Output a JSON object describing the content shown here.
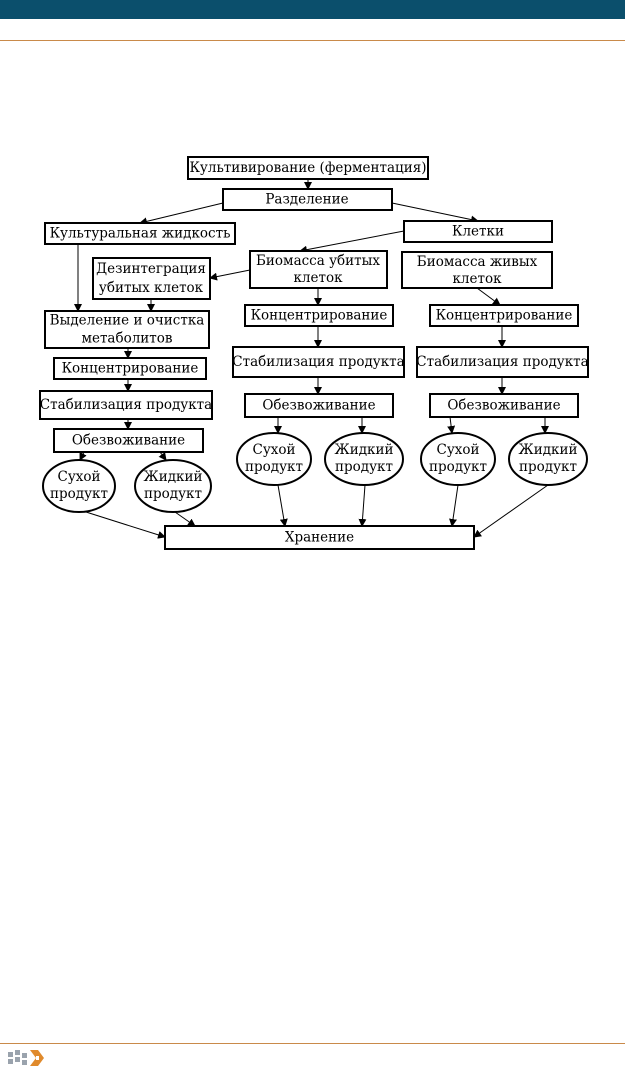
{
  "colors": {
    "header_bar": "#0b4f6c",
    "rule": "#c98a4a",
    "logo_gray": "#9aa3ad",
    "logo_orange": "#e08a2c"
  },
  "flowchart": {
    "cultivation": "Культивирование (ферментация)",
    "separation": "Разделение",
    "culture_liquid": "Культуральная жидкость",
    "cells": "Клетки",
    "disintegration": [
      "Дезинтеграция",
      "убитых клеток"
    ],
    "isolation": [
      "Выделение и очистка",
      "метаболитов"
    ],
    "killed_biomass": [
      "Биомасса убитых",
      "клеток"
    ],
    "living_biomass": [
      "Биомасса живых",
      "клеток"
    ],
    "concentration": "Концентрирование",
    "stabilization": "Стабилизация продукта",
    "dehydration": "Обезвоживание",
    "dry_product": [
      "Сухой",
      "продукт"
    ],
    "liquid_product": [
      "Жидкий",
      "продукт"
    ],
    "storage": "Хранение"
  }
}
